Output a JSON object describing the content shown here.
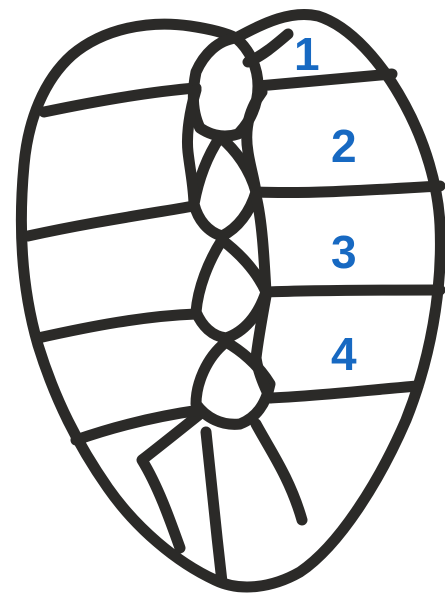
{
  "diagram": {
    "colors": {
      "outline": "#2b2a28",
      "label": "#1769c2",
      "background": "#ffffff"
    },
    "scute_labels": [
      "1",
      "2",
      "3",
      "4"
    ]
  }
}
